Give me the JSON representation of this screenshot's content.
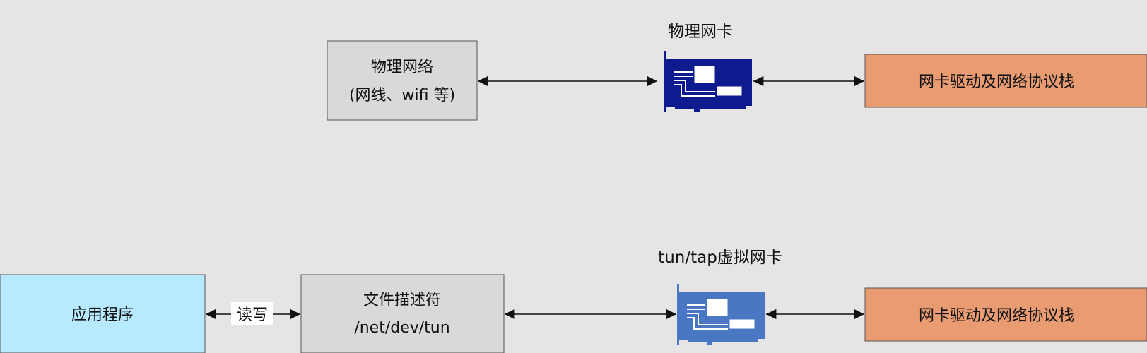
{
  "colors": {
    "background": "#e5e5e5",
    "gray_box": "#d9d9d9",
    "orange_box": "#e99c72",
    "cyan_box": "#b7eaff",
    "physical_card": "#0d1b8f",
    "virtual_card": "#4a77c4"
  },
  "top_row": {
    "card_label": "物理网卡",
    "card_icon": "network-card-icon",
    "network_box": {
      "line1": "物理网络",
      "line2": "(网线、wifi 等)"
    },
    "stack_box": {
      "label": "网卡驱动及网络协议栈"
    }
  },
  "bottom_row": {
    "card_label": "tun/tap虚拟网卡",
    "card_icon": "network-card-icon",
    "app_box": {
      "label": "应用程序"
    },
    "rw_label": "读写",
    "fd_box": {
      "line1": "文件描述符",
      "line2": "/net/dev/tun"
    },
    "stack_box": {
      "label": "网卡驱动及网络协议栈"
    }
  }
}
